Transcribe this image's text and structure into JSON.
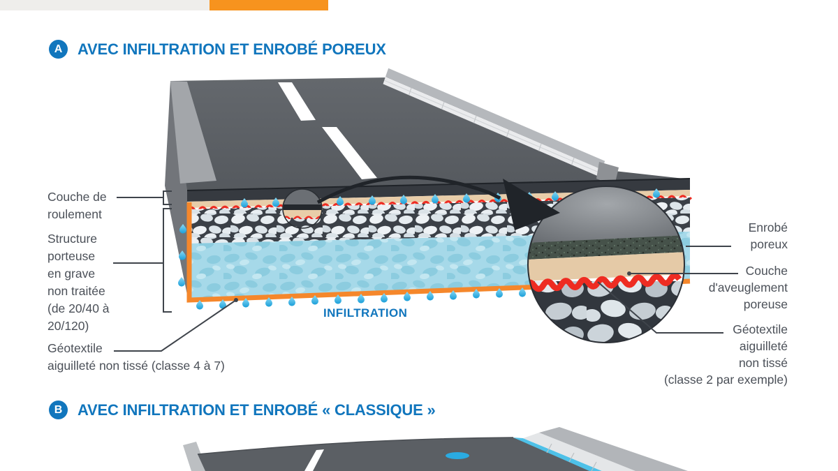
{
  "colors": {
    "accent_orange": "#f7931e",
    "topbar_gray": "#efeeeb",
    "title_blue": "#1176bd",
    "label_gray": "#4b5058",
    "water_blue": "#a6d9e9",
    "drop_blue": "#2aabe2",
    "geotextile_red": "#ee2c22",
    "blinding_layer_tan": "#e8cda9",
    "geotextile_border_orange": "#f5872b"
  },
  "section_a": {
    "badge": "A",
    "title": "AVEC INFILTRATION ET ENROBÉ POREUX"
  },
  "section_b": {
    "badge": "B",
    "title": "AVEC INFILTRATION ET ENROBÉ « CLASSIQUE »"
  },
  "diagram_a": {
    "labels_left": {
      "couche_roulement": "Couche de\nroulement",
      "structure_porteuse": "Structure\nporteuse\nen grave\nnon traitée\n(de 20/40 à\n20/120)",
      "geotextile": "Géotextile\naiguilleté non tissé (classe 4 à 7)"
    },
    "labels_right": {
      "enrobe_poreux": "Enrobé\nporeux",
      "couche_aveuglement": "Couche\nd'aveuglement\nporeuse",
      "geotextile": "Géotextile\naiguilleté\nnon tissé\n(classe 2 par exemple)"
    },
    "infiltration": "INFILTRATION"
  }
}
